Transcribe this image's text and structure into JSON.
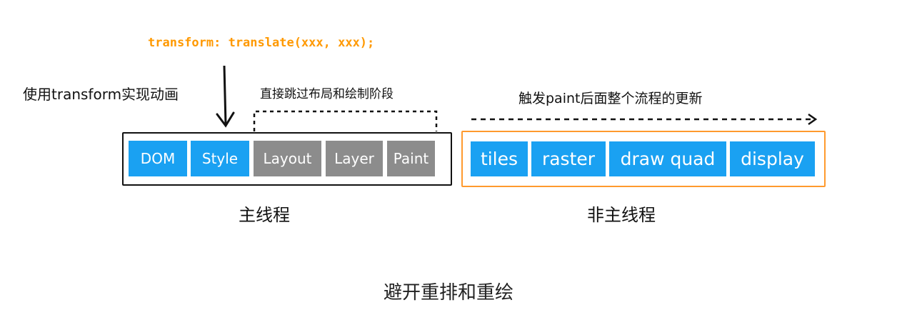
{
  "code_annotation": "transform: translate(xxx, xxx);",
  "notes": {
    "use_transform": "使用transform实现动画",
    "skip_stages": "直接跳过布局和绘制阶段",
    "trigger_paint": "触发paint后面整个流程的更新"
  },
  "main_thread": {
    "label": "主线程",
    "stages": [
      "DOM",
      "Style",
      "Layout",
      "Layer",
      "Paint"
    ]
  },
  "off_main_thread": {
    "label": "非主线程",
    "stages": [
      "tiles",
      "raster",
      "draw quad",
      "display"
    ]
  },
  "caption": "避开重排和重绘",
  "colors": {
    "active_stage": "#1aa1f2",
    "skipped_stage": "#8c8c8c",
    "off_main_border": "#ff9a2e",
    "code_text": "#ff9900"
  }
}
